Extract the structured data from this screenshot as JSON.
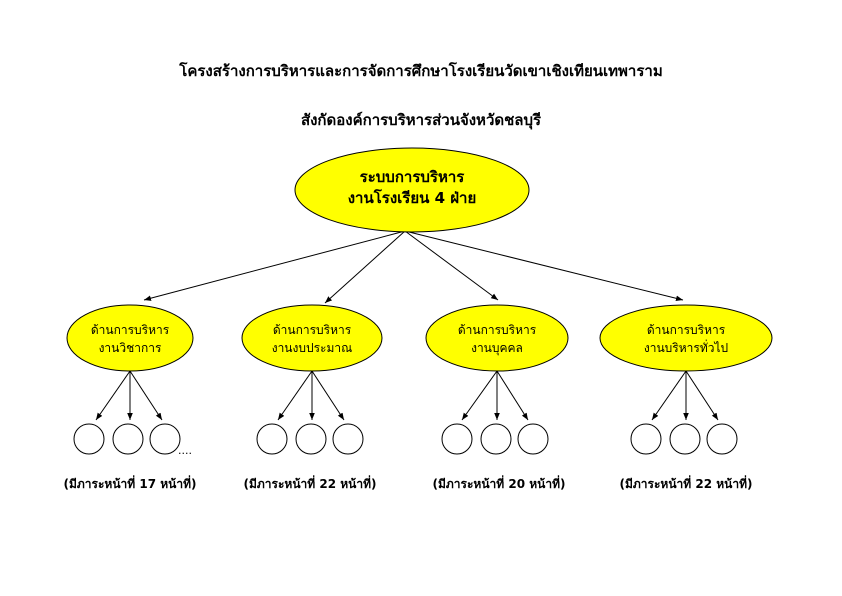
{
  "title_line1": "โครงสร้างการบริหารและการจัดการศึกษาโรงเรียนวัดเขาเชิงเทียนเทพาราม",
  "title_line2": "สังกัดองค์การบริหารส่วนจังหวัดชลบุรี",
  "root": {
    "line1": "ระบบการบริหาร",
    "line2": "งานโรงเรียน 4 ฝ่าย"
  },
  "ellipsis": "....",
  "departments": [
    {
      "line1": "ด้านการบริหาร",
      "line2": "งานวิชาการ",
      "duties": "(มีภาระหน้าที่ 17 หน้าที่)"
    },
    {
      "line1": "ด้านการบริหาร",
      "line2": "งานงบประมาณ",
      "duties": "(มีภาระหน้าที่ 22 หน้าที่)"
    },
    {
      "line1": "ด้านการบริหาร",
      "line2": "งานบุคคล",
      "duties": "(มีภาระหน้าที่ 20 หน้าที่)"
    },
    {
      "line1": "ด้านการบริหาร",
      "line2": "งานบริหารทั่วไป",
      "duties": "(มีภาระหน้าที่ 22 หน้าที่)"
    }
  ],
  "colors": {
    "node_fill": "#ffff00",
    "stroke": "#000000"
  }
}
